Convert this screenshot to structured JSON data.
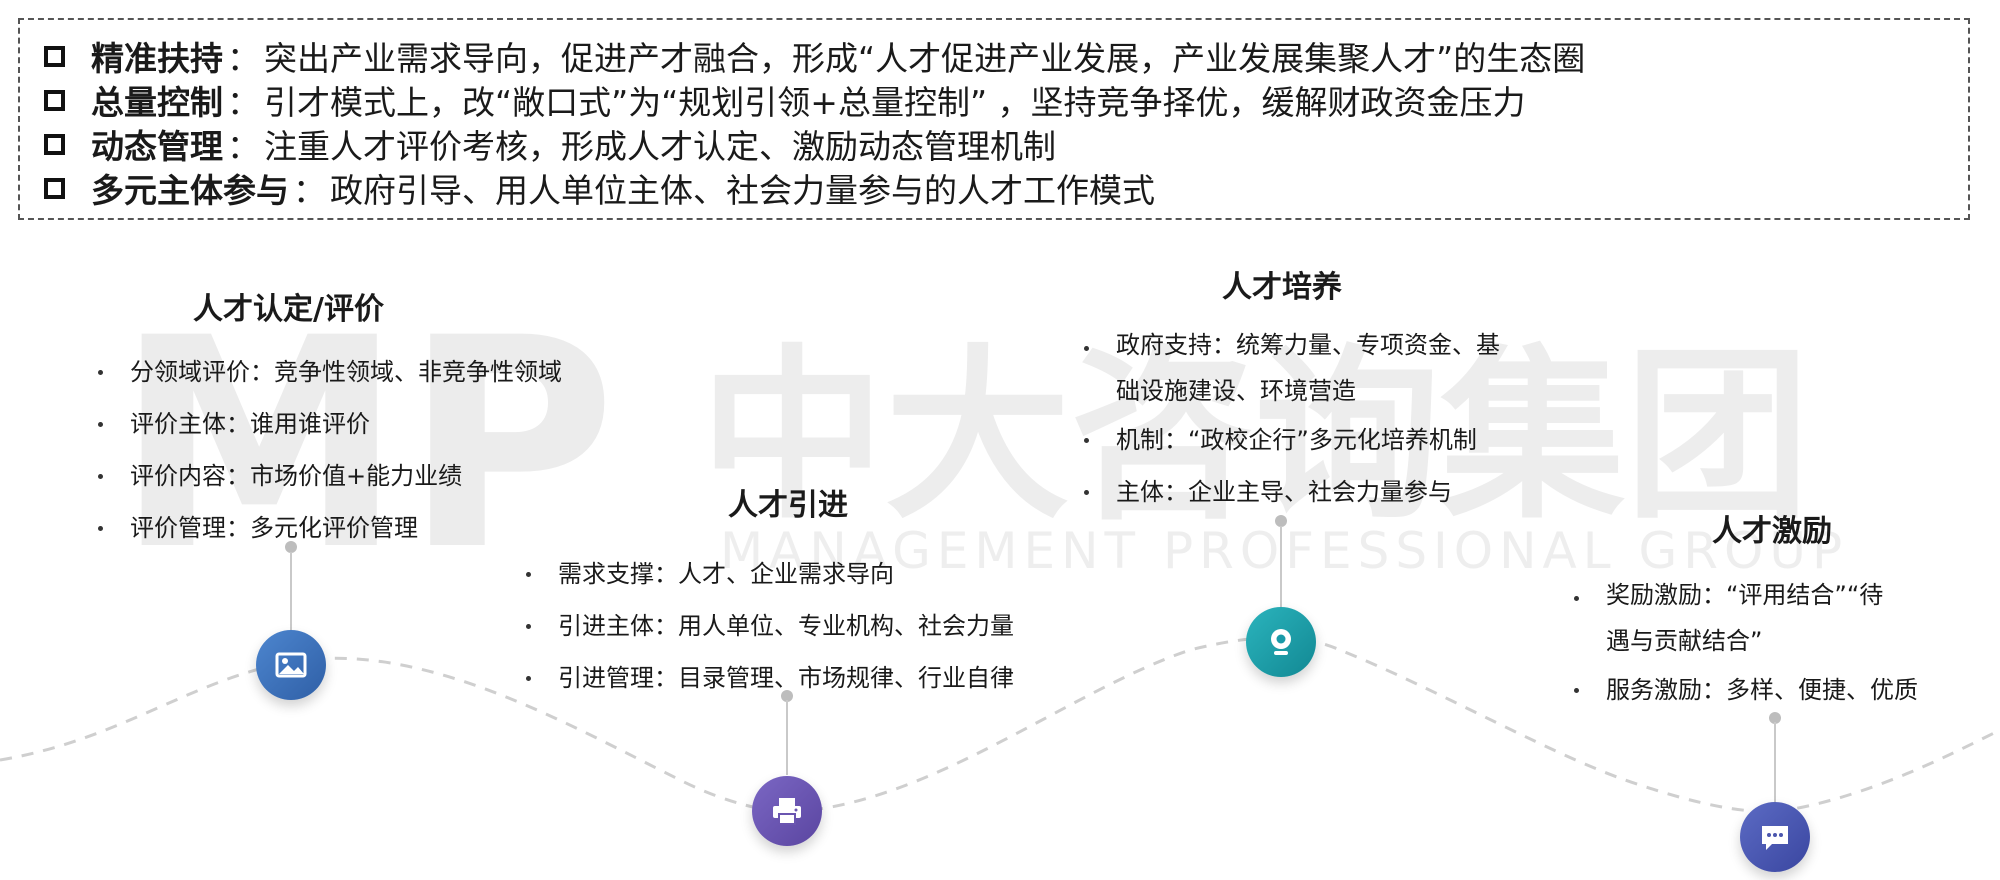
{
  "principles": [
    {
      "title": "精准扶持",
      "sep": "：",
      "text": "突出产业需求导向，促进产才融合，形成“人才促进产业发展，产业发展集聚人才”的生态圈"
    },
    {
      "title": "总量控制",
      "sep": "：",
      "text": "引才模式上，改“敞口式”为“规划引领+总量控制” ，坚持竞争择优，缓解财政资金压力"
    },
    {
      "title": "动态管理",
      "sep": "：",
      "text": "注重人才评价考核，形成人才认定、激励动态管理机制"
    },
    {
      "title": "多元主体参与",
      "sep": "：",
      "text": "政府引导、用人单位主体、社会力量参与的人才工作模式"
    }
  ],
  "watermark": {
    "logo": "MP",
    "cn": "中大咨询集团",
    "en": "MANAGEMENT PROFESSIONAL GROUP"
  },
  "sections": [
    {
      "title": "人才认定/评价",
      "icon": "image-icon",
      "color": "#3f6fb5",
      "bullets": [
        "分领域评价：竞争性领域、非竞争性领域",
        "评价主体：谁用谁评价",
        "评价内容：市场价值+能力业绩",
        "评价管理：多元化评价管理"
      ]
    },
    {
      "title": "人才引进",
      "icon": "printer-icon",
      "color": "#6a55b0",
      "bullets": [
        "需求支撑：人才、企业需求导向",
        "引进主体：用人单位、专业机构、社会力量",
        "引进管理：目录管理、市场规律、行业自律"
      ]
    },
    {
      "title": "人才培养",
      "icon": "webcam-icon",
      "color": "#1a9aa8",
      "bullets": [
        {
          "line1": "政府支持：统筹力量、专项资金、基",
          "line2": "础设施建设、环境营造"
        },
        "机制：“政校企行”多元化培养机制",
        "主体：企业主导、社会力量参与"
      ]
    },
    {
      "title": "人才激励",
      "icon": "chat-icon",
      "color": "#4b56ad",
      "bullets": [
        {
          "line1": "奖励激励：“评用结合”“待",
          "line2": "遇与贡献结合”"
        },
        "服务激励：多样、便捷、优质"
      ]
    }
  ]
}
